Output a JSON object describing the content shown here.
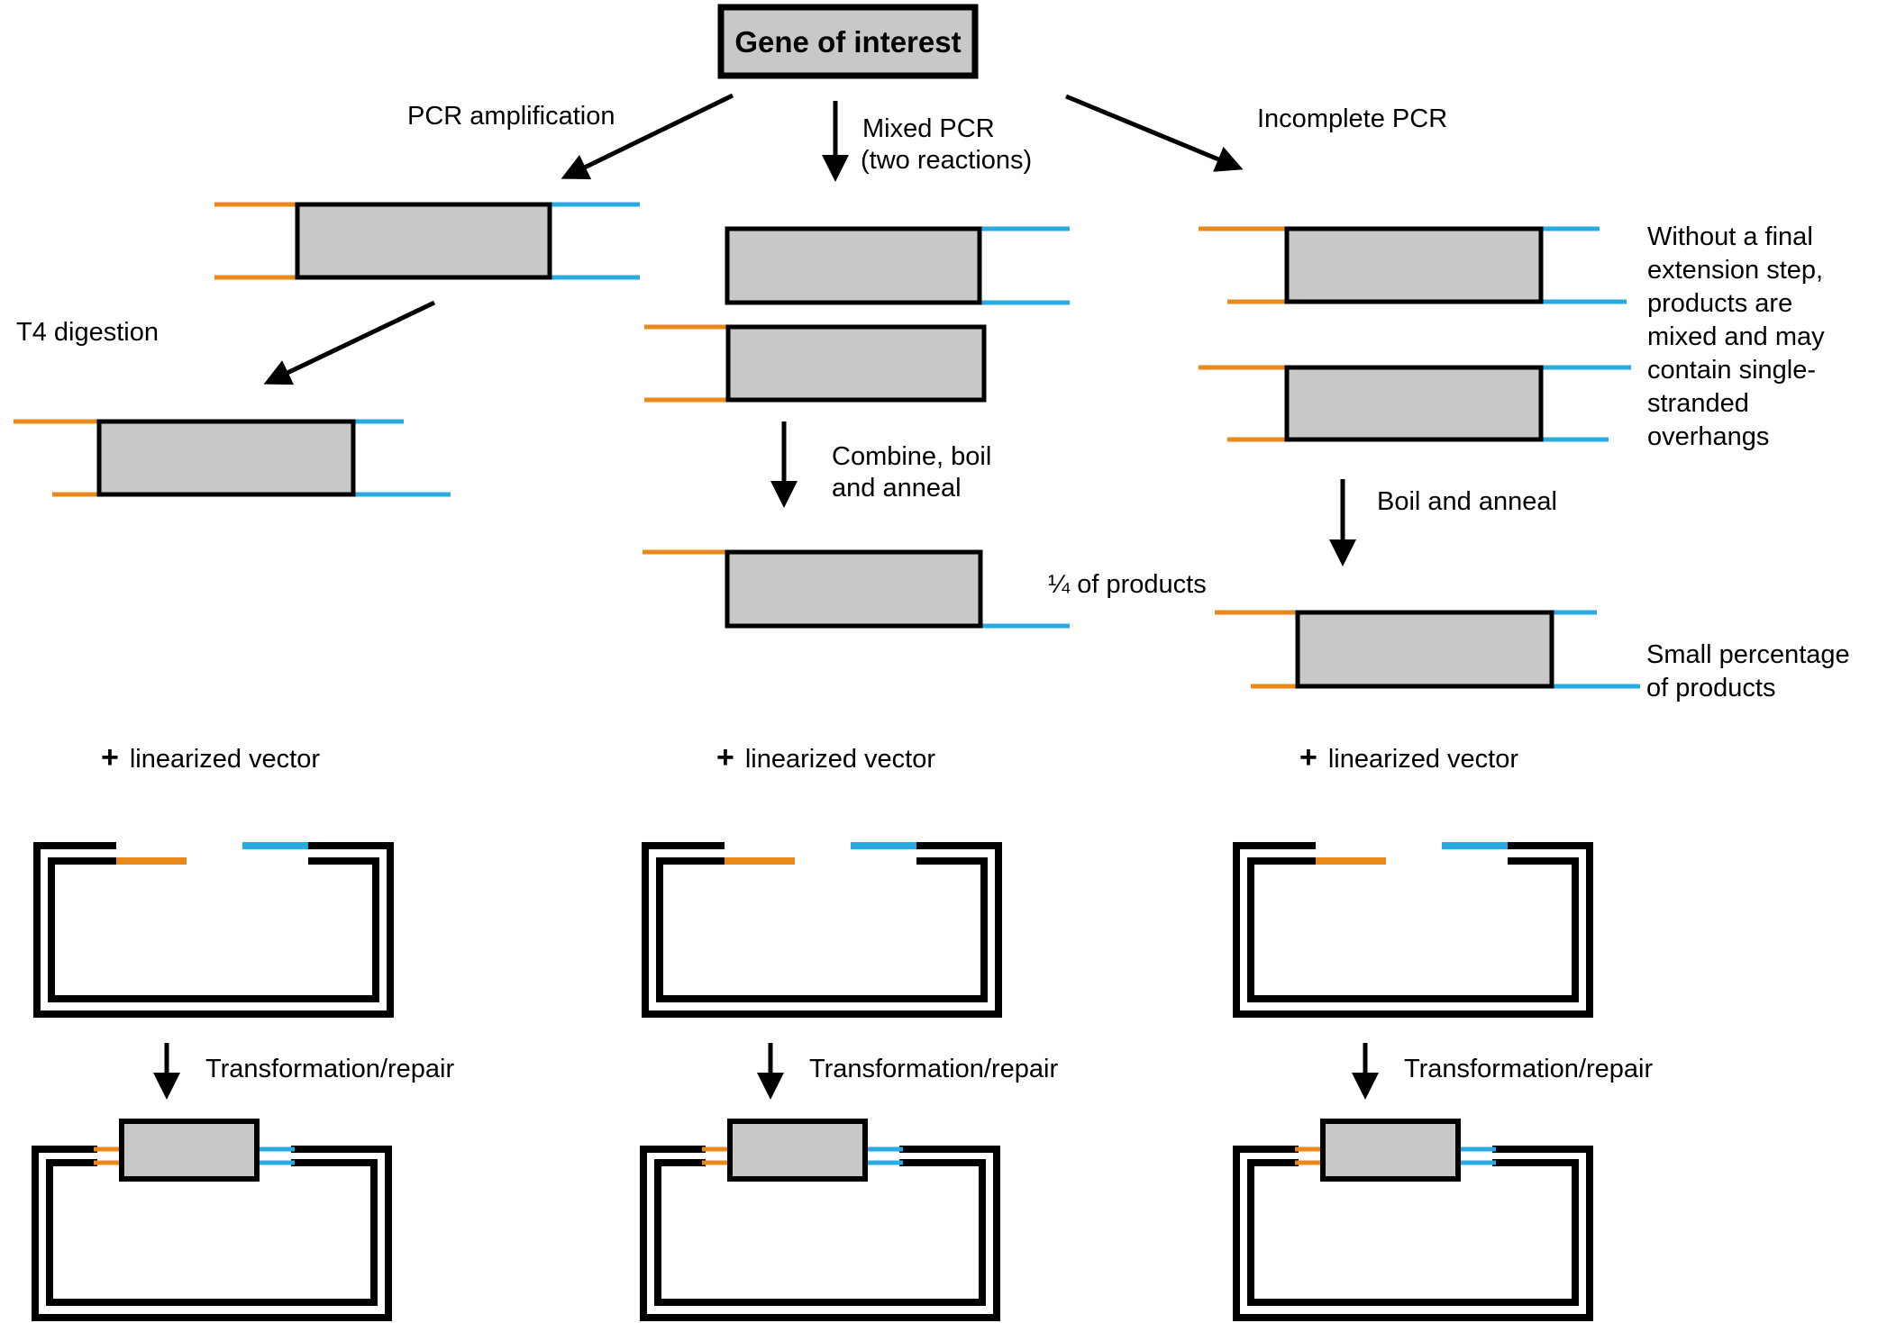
{
  "colors": {
    "orange": "#E8891B",
    "blue": "#29ABE2",
    "gray": "#C8C8C8",
    "ink": "#000000"
  },
  "nodes": {
    "gene_box": "Gene of interest"
  },
  "labels": {
    "pcr_amplification": "PCR amplification",
    "mixed_pcr": [
      "Mixed PCR",
      "(two reactions)"
    ],
    "incomplete_pcr": "Incomplete PCR",
    "t4_digestion": "T4 digestion",
    "combine_boil": [
      "Combine, boil",
      "and anneal"
    ],
    "quarter_products": "¼ of products",
    "boil_anneal": "Boil and anneal",
    "incomplete_note": [
      "Without a final",
      "extension step,",
      "products are",
      "mixed and may",
      "contain single-",
      "stranded",
      "overhangs"
    ],
    "small_percentage": [
      "Small percentage",
      "of products"
    ],
    "plus": "+",
    "linearized_vector": "linearized vector",
    "transformation_repair": "Transformation/repair"
  }
}
